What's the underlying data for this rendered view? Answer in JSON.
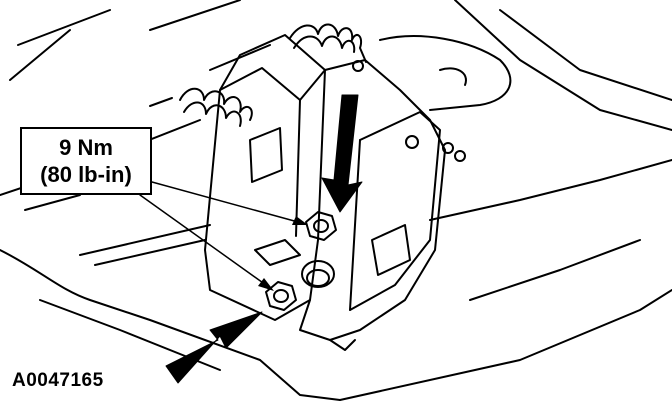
{
  "callout": {
    "torque_metric": "9 Nm",
    "torque_imperial": "(80 lb-in)"
  },
  "figure_id": "A0047165",
  "colors": {
    "line": "#000000",
    "background": "#ffffff"
  }
}
